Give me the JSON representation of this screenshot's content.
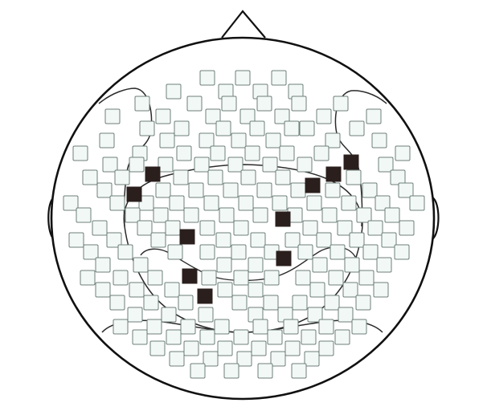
{
  "diagram": {
    "kind": "eeg-electrode-head-map",
    "view": "top-down",
    "colors": {
      "background": "#ffffff",
      "outline": "#111111",
      "electrode_fill": "#f2f8f6",
      "electrode_stroke": "#6f7f7b",
      "highlight_fill": "#2a1f1d",
      "region_stroke": "#2b2b2b",
      "contour_stroke": "#cfe0dc"
    },
    "parts": [
      "head-outline",
      "nose",
      "left-ear",
      "right-ear",
      "left-temporal-region",
      "right-temporal-region",
      "central-region",
      "inner-central-region",
      "posterior-region"
    ],
    "electrode_grid": {
      "rows": 17,
      "highlighted_count": 11
    }
  }
}
